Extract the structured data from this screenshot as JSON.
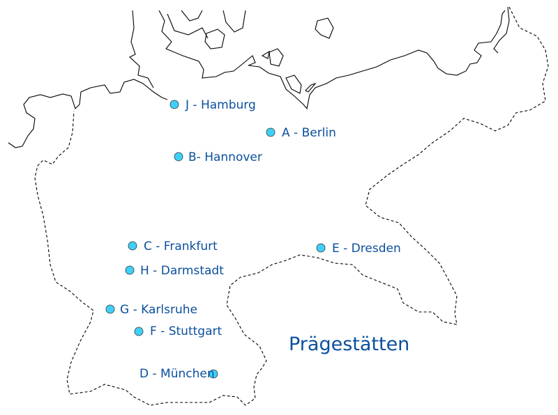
{
  "title": "Prägestätten",
  "colors": {
    "marker": "#3fd0f7",
    "label": "#0b4f9c"
  },
  "mints": [
    {
      "label": "J - Hamburg"
    },
    {
      "label": "A - Berlin"
    },
    {
      "label": "B- Hannover"
    },
    {
      "label": "C - Frankfurt"
    },
    {
      "label": "E - Dresden"
    },
    {
      "label": "H - Darmstadt"
    },
    {
      "label": "G - Karlsruhe"
    },
    {
      "label": "F - Stuttgart"
    },
    {
      "label": "D - München"
    }
  ]
}
